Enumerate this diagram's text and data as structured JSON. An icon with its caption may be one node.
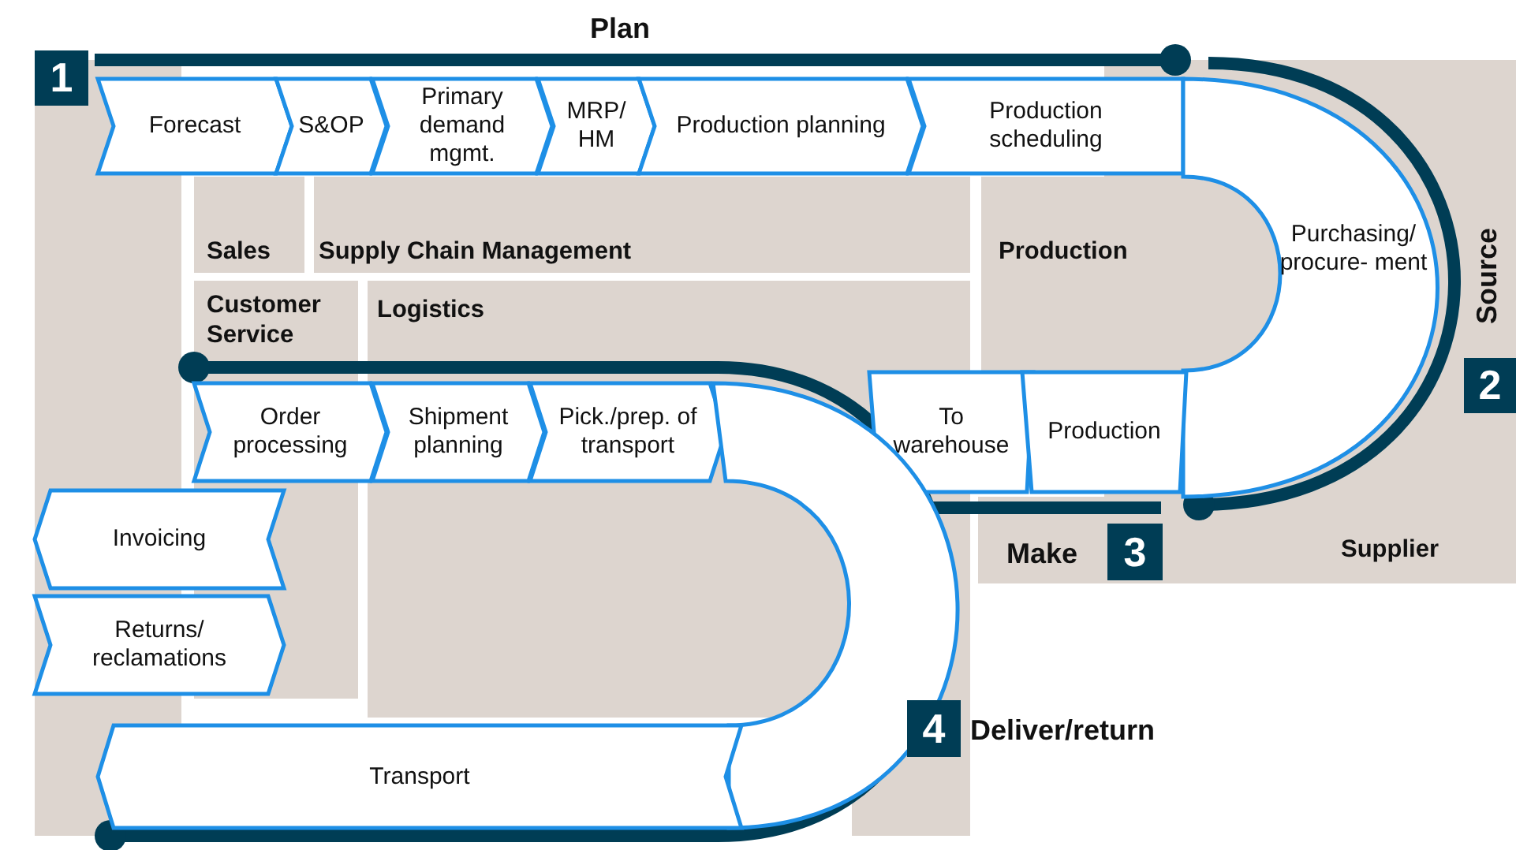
{
  "diagram": {
    "nodes": [
      {
        "text": [
          "Forecast"
        ]
      },
      {
        "text": [
          "S&OP"
        ]
      },
      {
        "text": [
          "Primary demand mgmt."
        ]
      },
      {
        "text": [
          "MRP/ HM"
        ]
      },
      {
        "text": [
          "Production planning"
        ]
      },
      {
        "text": [
          "Production scheduling"
        ]
      },
      {
        "text": [
          "Sales"
        ]
      },
      {
        "text": [
          "Supply Chain Management"
        ]
      },
      {
        "text": [
          "Production"
        ]
      },
      {
        "text": [
          "Purchasing/ procure- ment"
        ]
      },
      {
        "text": [
          "Customer Service"
        ]
      },
      {
        "text": [
          "Logistics"
        ]
      },
      {
        "text": [
          "Order processing"
        ]
      },
      {
        "text": [
          "Shipment planning"
        ]
      },
      {
        "text": [
          "Pick./prep. of transport"
        ]
      },
      {
        "text": [
          "To warehouse"
        ]
      },
      {
        "text": [
          "Production"
        ]
      },
      {
        "text": [
          "Supplier"
        ]
      },
      {
        "text": [
          "Invoicing"
        ]
      },
      {
        "text": [
          "Returns/ reclamations"
        ]
      },
      {
        "text": [],
        "shape": "band"
      },
      {
        "text": [
          "Transport"
        ]
      }
    ],
    "labels": [
      "Plan",
      "1",
      "Source",
      "2",
      "Make",
      "3",
      "4",
      "Deliver/return"
    ]
  }
}
